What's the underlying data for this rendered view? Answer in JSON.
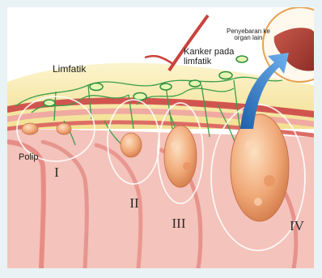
{
  "labels": {
    "limfatik": "Limfatik",
    "kanker_line1": "Kanker pada",
    "kanker_line2": "limfatik",
    "spread_line1": "Penyebaran ke",
    "spread_line2": "organ lain",
    "polip": "Polip"
  },
  "stages": {
    "s1": "I",
    "s2": "II",
    "s3": "III",
    "s4": "IV"
  },
  "colors": {
    "frame_bg": "#e9f2f4",
    "mucosa_pink": "#f2b8b1",
    "tissue_red": "#d7625c",
    "fat_yellow": "#f5e7a0",
    "lymph_green": "#2fa24a",
    "tumor_orange": "#e99a63",
    "liver_red": "#b2463b",
    "arrow_blue": "#2b74c4"
  }
}
